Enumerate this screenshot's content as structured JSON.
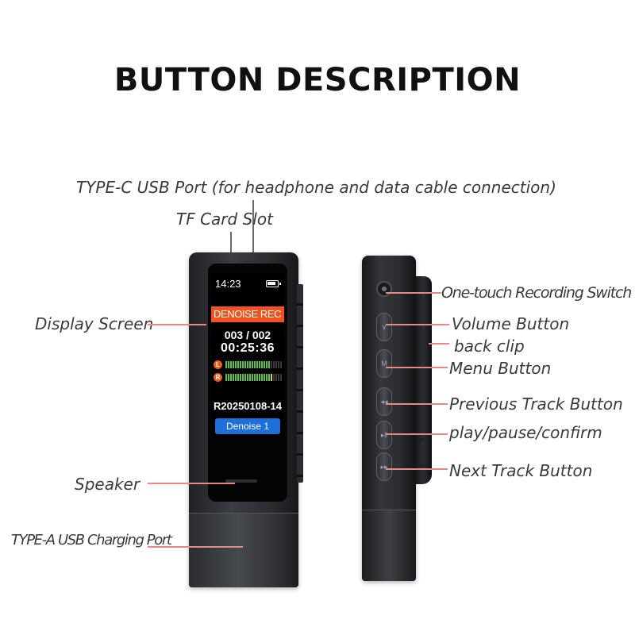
{
  "heading": "BUTTON DESCRIPTION",
  "callouts": {
    "type_c": "TYPE-C USB Port (for headphone and data cable connection)",
    "tf_card": "TF Card Slot",
    "display_screen": "Display Screen",
    "speaker": "Speaker",
    "type_a": "TYPE-A USB Charging Port",
    "one_touch": "One-touch Recording Switch",
    "volume": "Volume Button",
    "back_clip": "back clip",
    "menu": "Menu Button",
    "previous": "Previous Track Button",
    "play_pause": "play/pause/confirm",
    "next": "Next Track Button"
  },
  "screen": {
    "time": "14:23",
    "mode": "DENOISE REC",
    "counter": "003 / 002",
    "elapsed": "00:25:36",
    "left_channel_badge": "L",
    "right_channel_badge": "R",
    "left_level": 0.8,
    "right_level": 0.85,
    "filename": "R20250108-14",
    "denoise_label": "Denoise  1"
  },
  "colors": {
    "mode_bar": "#f0531f",
    "denoise_pill": "#1e6fd9",
    "meter": "#5cc24a",
    "leader_line": "#e58a82"
  },
  "icons": [
    "battery-icon",
    "volume-glyph",
    "menu-glyph",
    "previous-track-glyph",
    "play-pause-glyph",
    "next-track-glyph"
  ]
}
